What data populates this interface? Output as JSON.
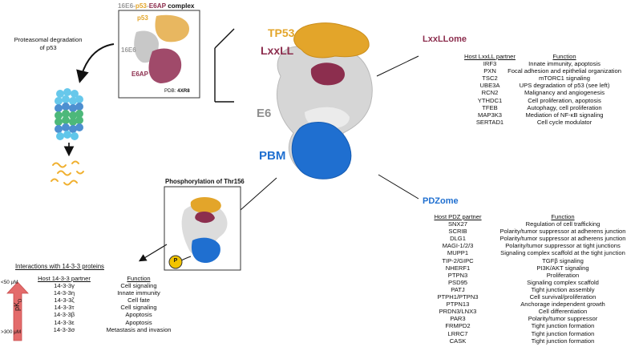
{
  "complex_title": {
    "a": "16E6",
    "sep1": "-",
    "b": "p53",
    "sep2": "-",
    "c": "E6AP",
    "d": " complex"
  },
  "inset_labels": {
    "p53": "p53",
    "e6": "16E6",
    "e6ap": "E6AP",
    "pdb_prefix": "PDB: ",
    "pdb_id": "4XR8"
  },
  "proteasomal": {
    "line1": "Proteasomal degradation",
    "line2": "of p53"
  },
  "domains": {
    "tp53": "TP53",
    "lxxll": "LxxLL",
    "e6": "E6",
    "pbm": "PBM"
  },
  "colors": {
    "tp53": "#e8a92a",
    "lxxll": "#8c3050",
    "e6": "#d8d8d8",
    "pbm": "#1f6fd0",
    "arrow": "#e36b6b",
    "phospho": "#f2c400"
  },
  "lxxllome": {
    "title": "LxxLLome",
    "col1_header": "Host LxxLL partner",
    "col2_header": "Function",
    "partners": [
      "IRF3",
      "PXN",
      "TSC2",
      "UBE3A",
      "RCN2",
      "YTHDC1",
      "TFEB",
      "MAP3K3",
      "SERTAD1"
    ],
    "functions": [
      "Innate immunity, apoptosis",
      "Focal adhesion and epithelial organization",
      "mTORC1 signaling",
      "UPS degradation of p53 (see left)",
      "Malignancy and angiogenesis",
      "Cell proliferation, apoptosis",
      "Autophagy, cell proliferation",
      "Mediation of NF-κB signaling",
      "Cell cycle modulator"
    ]
  },
  "pdzome": {
    "title": "PDZome",
    "col1_header": "Host PDZ partner",
    "col2_header": "Function",
    "partners": [
      "SNX27",
      "SCRIB",
      "DLG1",
      "MAGI-1/2/3",
      "MUPP1",
      "TIP-2/GIPC",
      "NHERF1",
      "PTPN3",
      "PSD95",
      "PATJ",
      "PTPH1/PTPN3",
      "PTPN13",
      "PRDN3/LNX3",
      "PAR3",
      "FRMPD2",
      "LRRC7",
      "CASK"
    ],
    "functions": [
      "Regulation of cell trafficking",
      "Polarity/tumor suppressor at adherens junction",
      "Polarity/tumor suppressor at adherens junction",
      "Polarity/tumor suppressor at tight junctions",
      "Signaling complex scaffold at the tight junction",
      "TGFβ signaling",
      "PI3K/AKT signaling",
      "Proliferation",
      "Signaling complex scaffold",
      "Tight junction assembly",
      "Cell survival/proliferation",
      "Anchorage independent growth",
      "Cell differentiation",
      "Polarity/tumor suppressor",
      "Tight junction formation",
      "Tight junction formation",
      "Tight junction formation"
    ]
  },
  "phospho": {
    "title": "Phosphorylation of Thr156",
    "badge": "P"
  },
  "interactions_1433": {
    "title": "Interactions with 14-3-3 proteins",
    "col1_header": "Host 14-3-3 partner",
    "col2_header": "Function",
    "partners": [
      "14-3-3γ",
      "14-3-3η",
      "14-3-3ζ",
      "14-3-3τ",
      "14-3-3β",
      "14-3-3ε",
      "14-3-3σ"
    ],
    "functions": [
      "Cell signaling",
      "Innate immunity",
      "Cell fate",
      "Cell signaling",
      "Apoptosis",
      "Apoptosis",
      "Metastasis and invasion"
    ],
    "low": "<50 μM",
    "high": ">300 μM",
    "axis_base": "pK",
    "axis_sub": "D"
  }
}
